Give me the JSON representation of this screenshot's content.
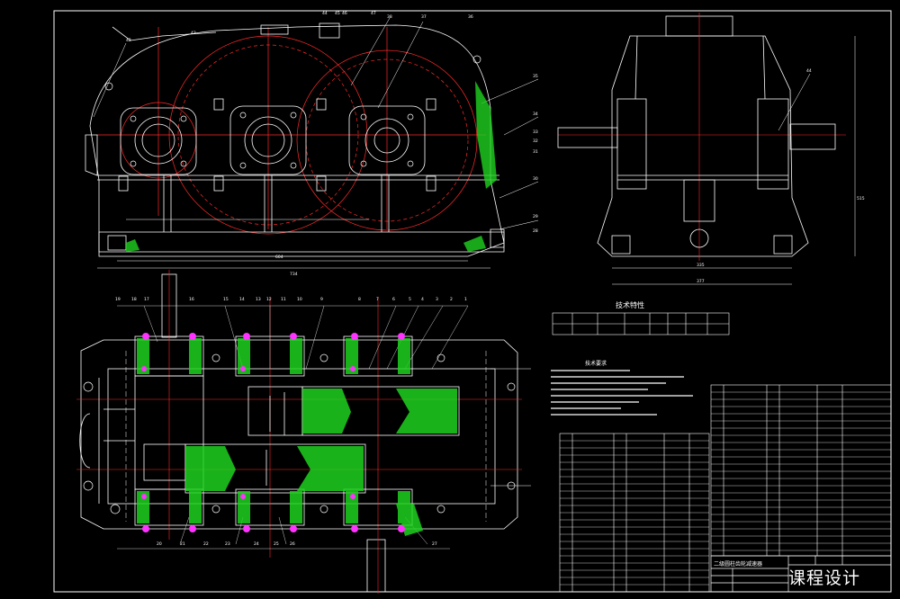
{
  "drawing": {
    "frame_color": "#ffffff",
    "gear_color": "#ff2a2a",
    "hatch_color": "#1fd21f",
    "bolt_color": "#ff33ff",
    "dim_color": "#ffffff",
    "balloons_front": [
      "42",
      "43",
      "44",
      "45",
      "46",
      "47",
      "38",
      "37",
      "36",
      "35",
      "34",
      "33",
      "32",
      "31",
      "30",
      "29",
      "28"
    ],
    "balloons_side": [
      "44"
    ],
    "balloons_top": [
      "19",
      "18",
      "17",
      "16",
      "15",
      "14",
      "13",
      "12",
      "11",
      "10",
      "9",
      "8",
      "7",
      "6",
      "5",
      "4",
      "3",
      "2",
      "1"
    ],
    "balloons_bottom": [
      "20",
      "21",
      "22",
      "23",
      "24",
      "25",
      "26",
      "27"
    ],
    "dim_front_1": "734",
    "dim_front_2": "604",
    "dim_side_1": "377",
    "dim_side_2": "335",
    "dim_side_h": "515"
  },
  "tech_table": {
    "title": "技术特性"
  },
  "tech_req": {
    "title": "技术要求"
  },
  "title_block": {
    "name": "二级圆柱齿轮减速器"
  },
  "course_label": "课程设计"
}
